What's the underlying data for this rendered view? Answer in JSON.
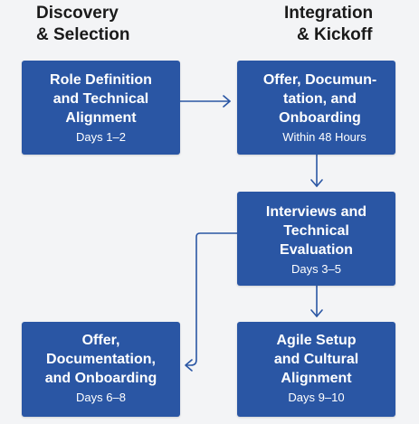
{
  "headings": {
    "left": [
      "Discovery",
      "& Selection"
    ],
    "right": [
      "Integration",
      "& Kickoff"
    ]
  },
  "boxes": {
    "role": {
      "title_lines": [
        "Role Definition",
        "and Technical",
        "Alignment"
      ],
      "subtitle": "Days 1–2"
    },
    "offer_right": {
      "title_lines": [
        "Offer, Documun-",
        "tation, and",
        "Onboarding"
      ],
      "subtitle": "Within 48 Hours"
    },
    "interviews": {
      "title_lines": [
        "Interviews and",
        "Technical",
        "Evaluation"
      ],
      "subtitle": "Days 3–5"
    },
    "offer_left": {
      "title_lines": [
        "Offer,",
        "Documentation,",
        "and Onboarding"
      ],
      "subtitle": "Days 6–8"
    },
    "agile": {
      "title_lines": [
        "Agile Setup",
        "and Cultural",
        "Alignment"
      ],
      "subtitle": "Days 9–10"
    }
  },
  "colors": {
    "box_fill": "#2a56a4",
    "box_text": "#ffffff",
    "connector": "#2a56a4",
    "background": "#f3f4f6",
    "heading_text": "#1a1a1a"
  }
}
